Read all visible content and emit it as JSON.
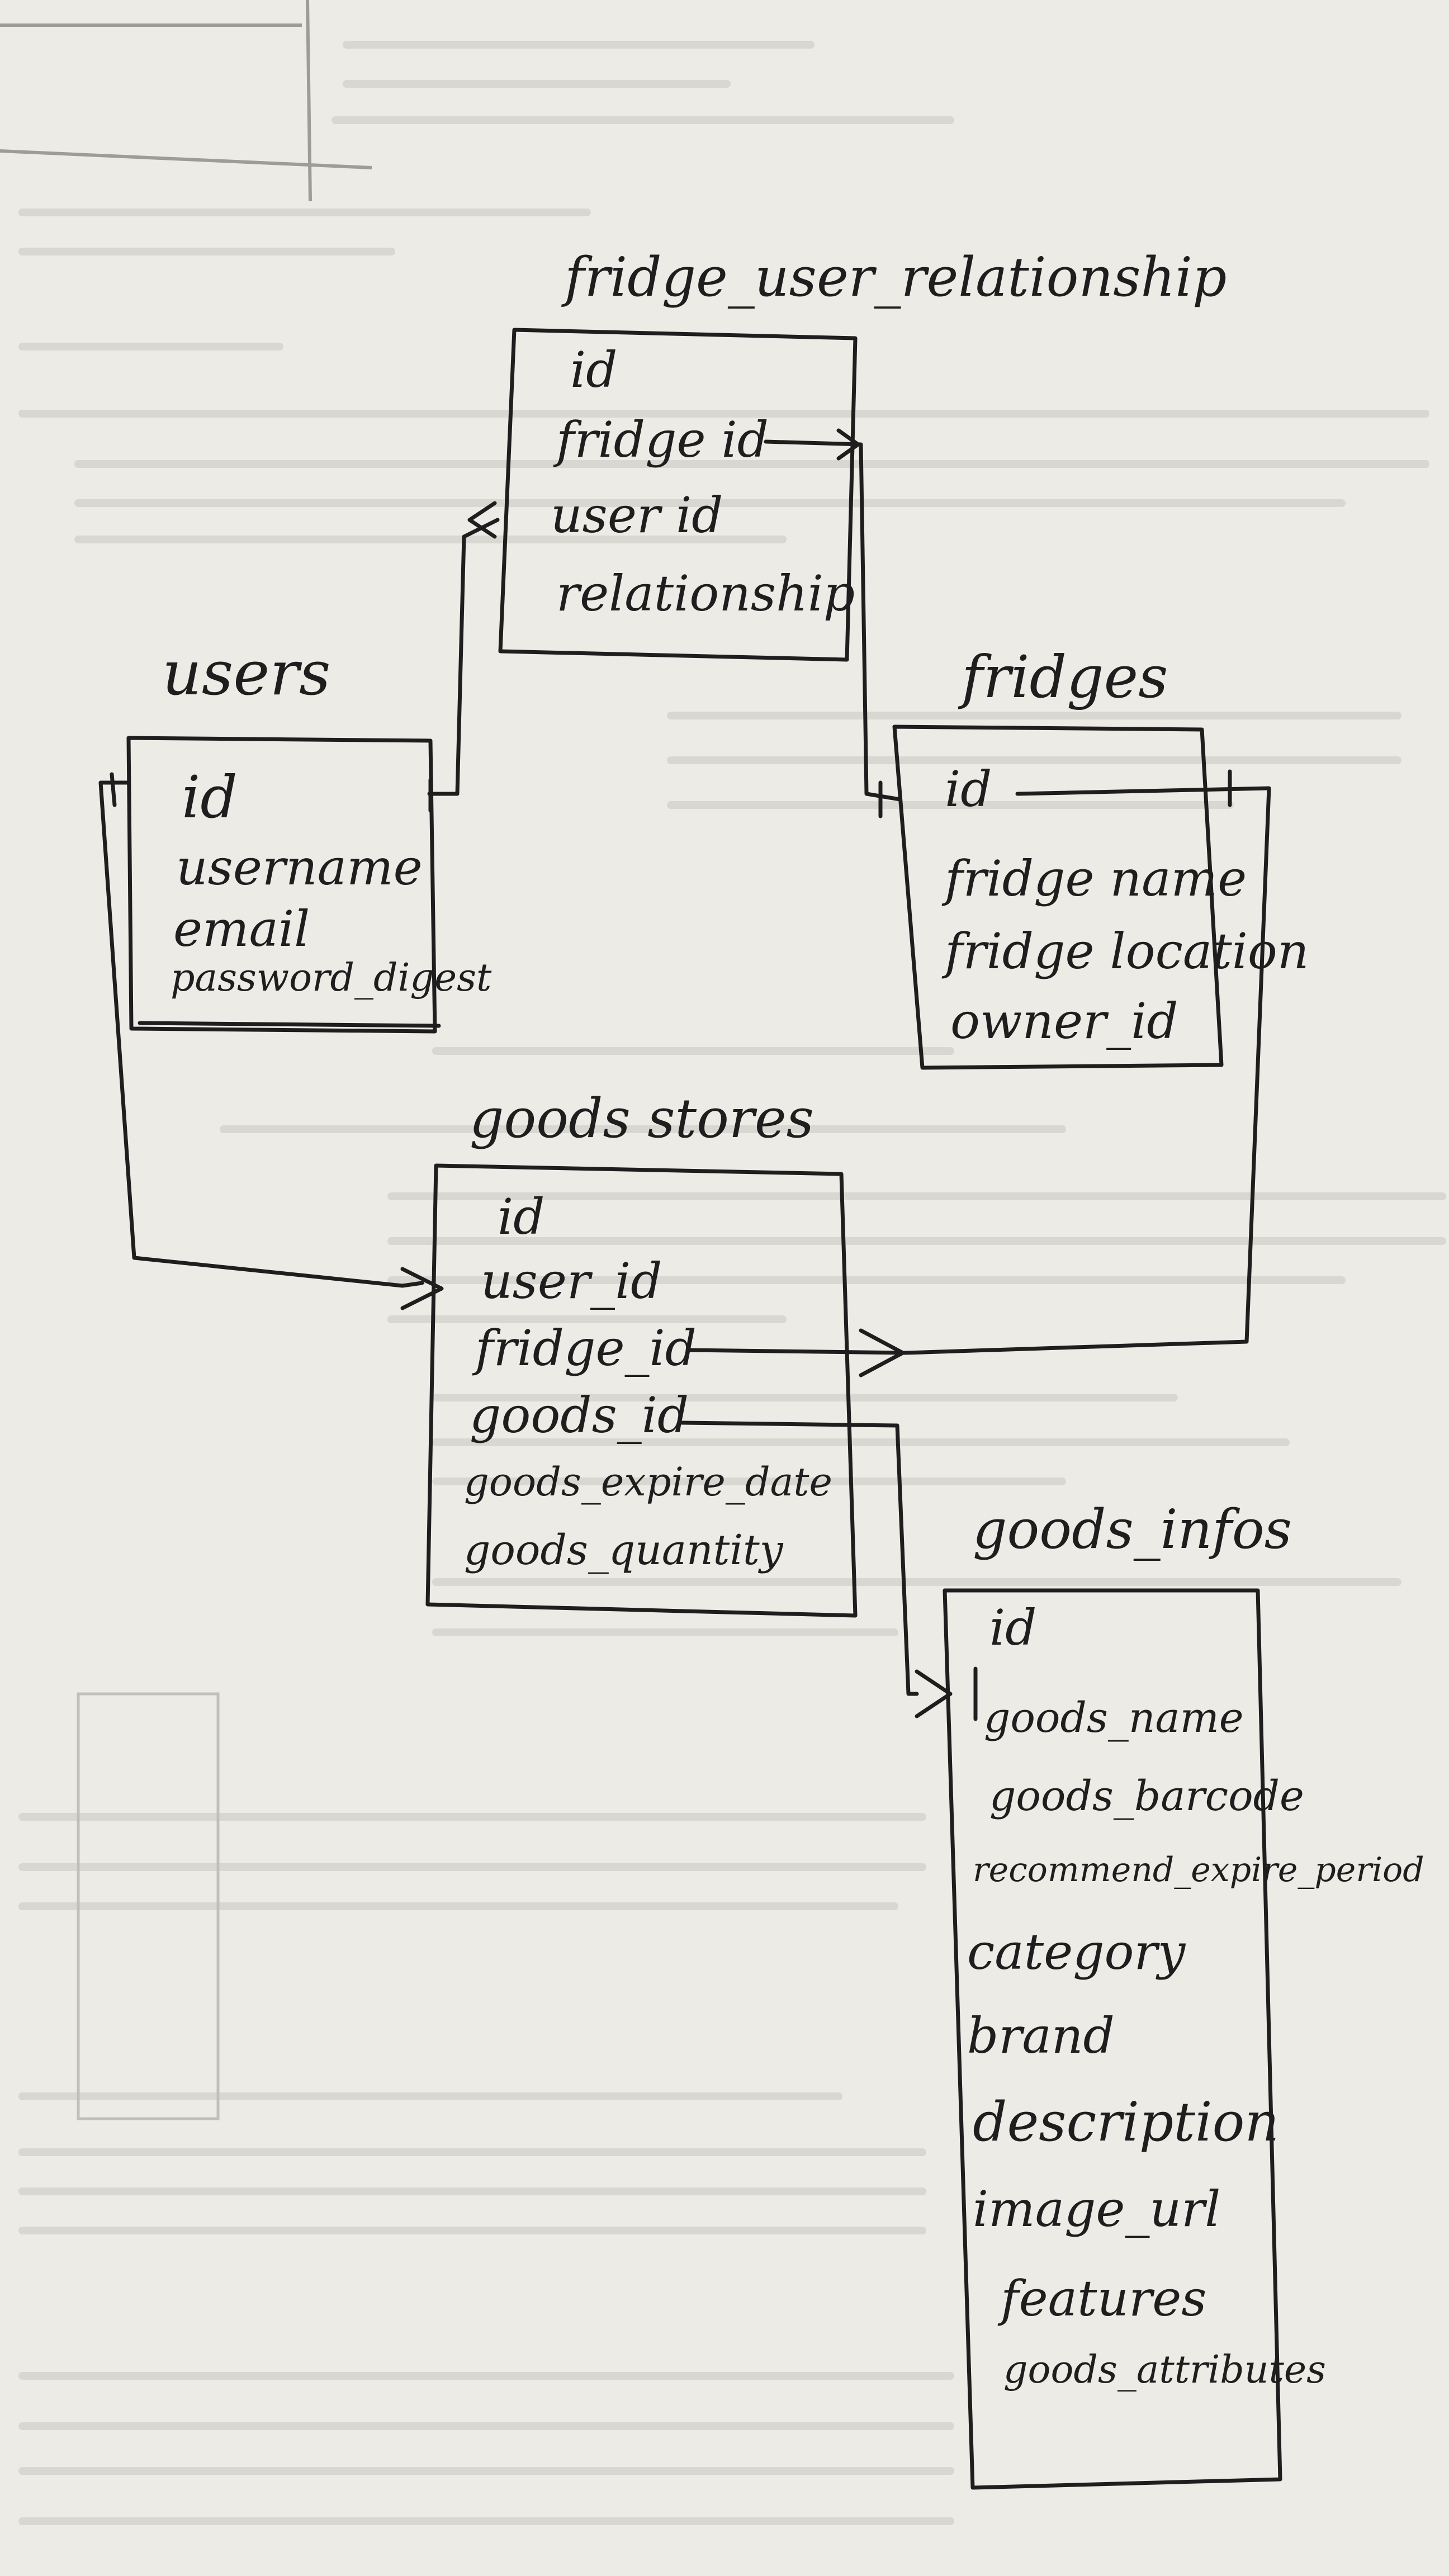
{
  "tables": {
    "fridge_user_relationship": {
      "name": "fridge_user_relationship",
      "fields": [
        "id",
        "fridge id",
        "user id",
        "relationship"
      ]
    },
    "users": {
      "name": "users",
      "fields": [
        "id",
        "username",
        "email",
        "password_digest"
      ]
    },
    "fridges": {
      "name": "fridges",
      "fields": [
        "id",
        "fridge name",
        "fridge location",
        "owner_id"
      ]
    },
    "goods_stores": {
      "name": "goods stores",
      "fields": [
        "id",
        "user_id",
        "fridge_id",
        "goods_id",
        "goods_expire_date",
        "goods_quantity"
      ]
    },
    "goods_infos": {
      "name": "goods_infos",
      "fields": [
        "id",
        "goods_name",
        "goods_barcode",
        "recommend_expire_period",
        "category",
        "brand",
        "description",
        "image_url",
        "features",
        "goods_attributes"
      ]
    }
  },
  "colors": {
    "paper": "#ecebe6",
    "ink": "#1e1e1e",
    "faint_print": "#b9b8b3"
  }
}
